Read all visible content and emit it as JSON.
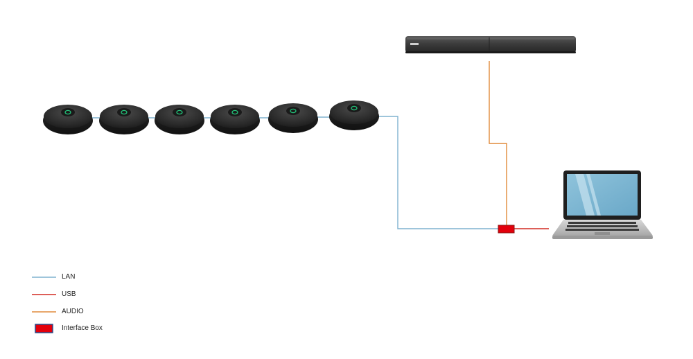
{
  "legend": {
    "lan_label": "LAN",
    "usb_label": "USB",
    "audio_label": "AUDIO",
    "interface_box_label": "Interface Box"
  },
  "colors": {
    "lan": "#7fb2cf",
    "usb": "#d22a22",
    "audio": "#e08a3a",
    "interface_box": "#e3000b"
  },
  "devices": {
    "microphone_count": 6,
    "speaker": "soundbar",
    "computer": "laptop"
  }
}
